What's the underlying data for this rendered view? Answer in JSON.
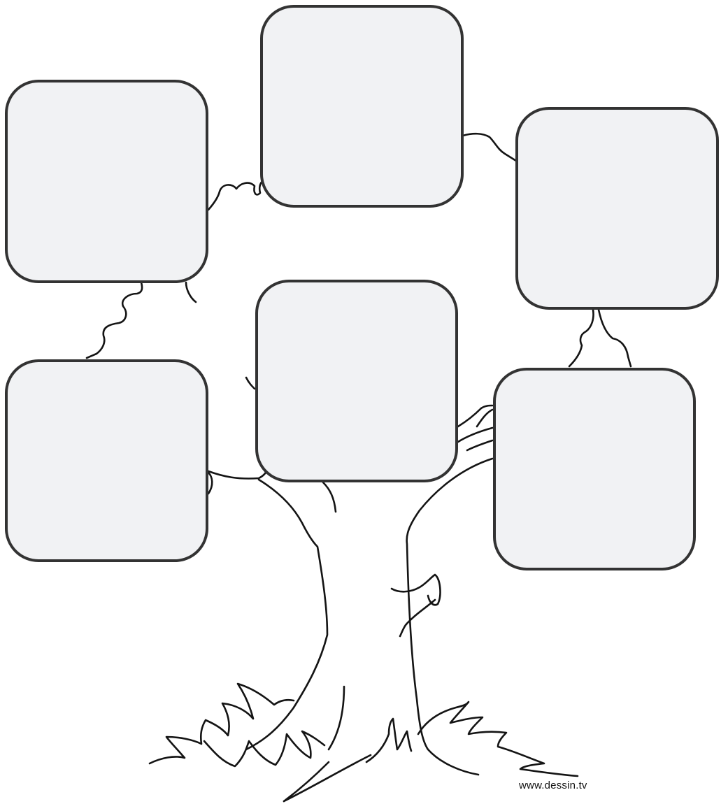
{
  "diagram": {
    "type": "family-tree-template",
    "boxes": [
      {
        "id": "top-center",
        "text": ""
      },
      {
        "id": "left-upper",
        "text": ""
      },
      {
        "id": "right-upper",
        "text": ""
      },
      {
        "id": "center",
        "text": ""
      },
      {
        "id": "left-lower",
        "text": ""
      },
      {
        "id": "right-lower",
        "text": ""
      }
    ],
    "colors": {
      "box_fill": "#f1f2f4",
      "box_border": "#333333",
      "line": "#141414",
      "background": "#ffffff"
    }
  },
  "watermark": "www.dessin.tv"
}
